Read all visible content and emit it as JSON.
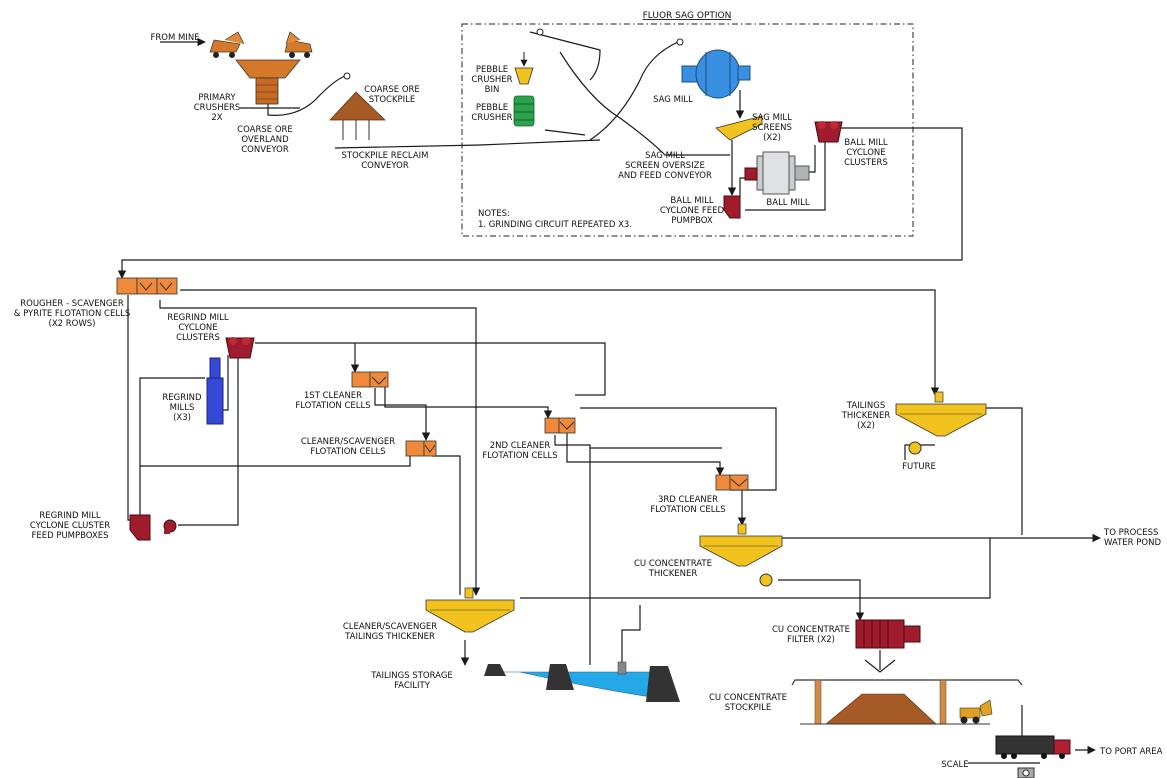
{
  "title": "FLUOR SAG OPTION",
  "notes": {
    "heading": "NOTES:",
    "line1": "1. GRINDING CIRCUIT REPEATED X3."
  },
  "labels": {
    "from_mine": "FROM MINE",
    "primary_crushers": [
      "PRIMARY",
      "CRUSHERS",
      "2X"
    ],
    "coarse_ore_conveyor": [
      "COARSE ORE",
      "OVERLAND",
      "CONVEYOR"
    ],
    "coarse_ore_stockpile": [
      "COARSE ORE",
      "STOCKPILE"
    ],
    "stockpile_reclaim": [
      "STOCKPILE RECLAIM",
      "CONVEYOR"
    ],
    "pebble_bin": [
      "PEBBLE",
      "CRUSHER",
      "BIN"
    ],
    "pebble_crusher": [
      "PEBBLE",
      "CRUSHER"
    ],
    "sag_mill": "SAG MILL",
    "sag_screens": [
      "SAG MILL",
      "SCREENS",
      "(X2)"
    ],
    "screen_oversize": [
      "SAG MILL",
      "SCREEN OVERSIZE",
      "AND FEED CONVEYOR"
    ],
    "ball_mill_clusters": [
      "BALL MILL",
      "CYCLONE",
      "CLUSTERS"
    ],
    "ball_mill": "BALL MILL",
    "ball_pumpbox": [
      "BALL MILL",
      "CYCLONE FEED",
      "PUMPBOX"
    ],
    "rougher": [
      "ROUGHER - SCAVENGER",
      "& PYRITE FLOTATION CELLS",
      "(X2 ROWS)"
    ],
    "regrind_clusters": [
      "REGRIND MILL",
      "CYCLONE",
      "CLUSTERS"
    ],
    "regrind_mills": [
      "REGRIND",
      "MILLS",
      "(X3)"
    ],
    "regrind_pumpboxes": [
      "REGRIND MILL",
      "CYCLONE CLUSTER",
      "FEED PUMPBOXES"
    ],
    "first_cleaner": [
      "1ST CLEANER",
      "FLOTATION CELLS"
    ],
    "cleaner_scavenger": [
      "CLEANER/SCAVENGER",
      "FLOTATION CELLS"
    ],
    "second_cleaner": [
      "2ND CLEANER",
      "FLOTATION CELLS"
    ],
    "third_cleaner": [
      "3RD CLEANER",
      "FLOTATION CELLS"
    ],
    "tailings_thickener": [
      "TAILINGS",
      "THICKENER",
      "(X2)"
    ],
    "future": "FUTURE",
    "cu_thickener": [
      "CU CONCENTRATE",
      "THICKENER"
    ],
    "cs_tailings_thickener": [
      "CLEANER/SCAVENGER",
      "TAILINGS THICKENER"
    ],
    "tsf": [
      "TAILINGS STORAGE",
      "FACILITY"
    ],
    "cu_filter": [
      "CU CONCENTRATE",
      "FILTER (X2)"
    ],
    "cu_stockpile": [
      "CU CONCENTRATE",
      "STOCKPILE"
    ],
    "process_water": [
      "TO PROCESS",
      "WATER POND"
    ],
    "port_area": "TO PORT AREA",
    "scale": "SCALE"
  },
  "colors": {
    "crusher": "#d4782a",
    "flotation": "#ef8a3c",
    "thickener": "#f2c21e",
    "sag_mill": "#3b8fe0",
    "pebble_crusher": "#2aa34a",
    "pebble_bin": "#f2c21e",
    "red_equipment": "#a01c2c",
    "regrind_mill": "#3548d6",
    "ball_mill": "#c9ccd0",
    "stockpile": "#a65a25",
    "water": "#24a8e8",
    "structure": "#d08a4a"
  },
  "icons": [
    "haul-truck-icon",
    "crusher-icon",
    "conveyor-pulley-icon",
    "stockpile-icon",
    "sag-mill-icon",
    "ball-mill-icon",
    "cyclone-cluster-icon",
    "flotation-cell-icon",
    "thickener-icon",
    "pump-icon",
    "pumpbox-icon",
    "regrind-mill-icon",
    "filter-press-icon",
    "loader-icon",
    "haul-truck-trailer-icon",
    "scale-icon",
    "arrow-icon"
  ]
}
